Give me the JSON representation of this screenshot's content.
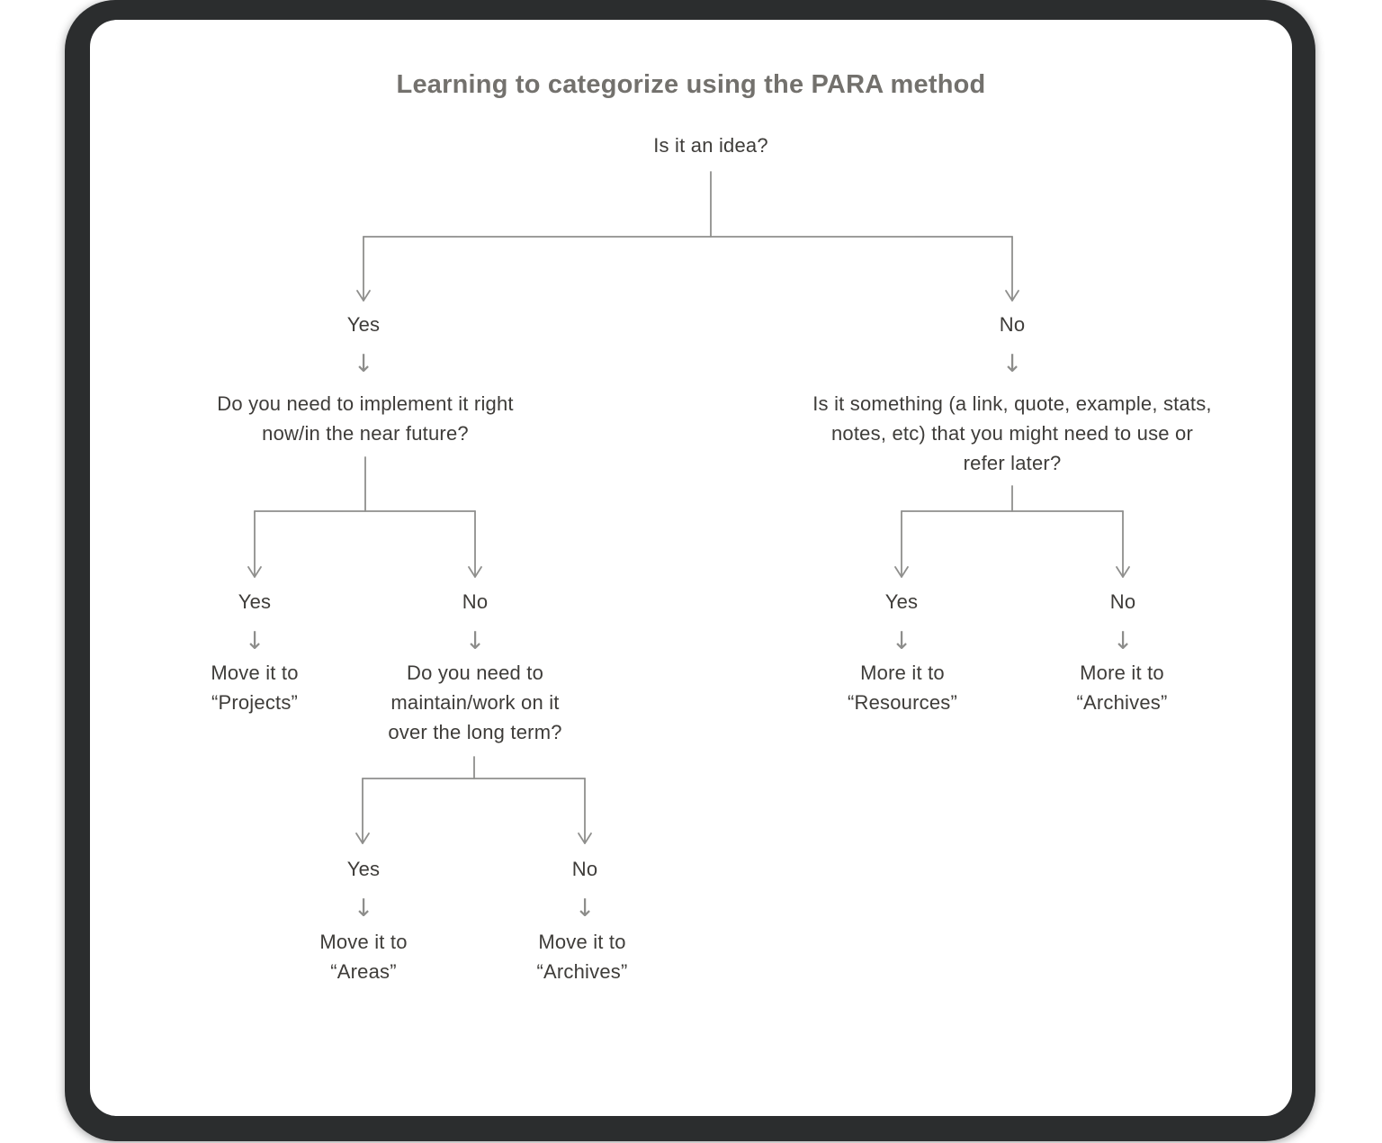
{
  "title": "Learning to categorize using the PARA method",
  "colors": {
    "frame": "#2b2d2e",
    "card_background": "#ffffff",
    "title_text": "#73716d",
    "node_text": "#3e3c39",
    "connector_line": "#8f8f8d"
  },
  "icons": {
    "arrow_down": "↓"
  },
  "nodes": {
    "root": {
      "text": "Is it an idea?"
    },
    "level1": {
      "yes": "Yes",
      "no": "No"
    },
    "q_implement": {
      "lines": [
        "Do you need to implement it right",
        "now/in the near future?"
      ]
    },
    "q_reference": {
      "lines": [
        "Is it something (a link, quote, example, stats,",
        "notes, etc) that you might need to use or",
        "refer later?"
      ]
    },
    "level2_left": {
      "yes": "Yes",
      "no": "No"
    },
    "out_projects": {
      "lines": [
        "Move it to",
        "“Projects”"
      ]
    },
    "q_maintain": {
      "lines": [
        "Do you need to",
        "maintain/work on it",
        "over the long term?"
      ]
    },
    "level3": {
      "yes": "Yes",
      "no": "No"
    },
    "out_areas": {
      "lines": [
        "Move it to",
        "“Areas”"
      ]
    },
    "out_archives_left": {
      "lines": [
        "Move it to",
        "“Archives”"
      ]
    },
    "level2_right": {
      "yes": "Yes",
      "no": "No"
    },
    "out_resources": {
      "lines": [
        "More it to",
        "“Resources”"
      ]
    },
    "out_archives_right": {
      "lines": [
        "More it to",
        "“Archives”"
      ]
    }
  }
}
